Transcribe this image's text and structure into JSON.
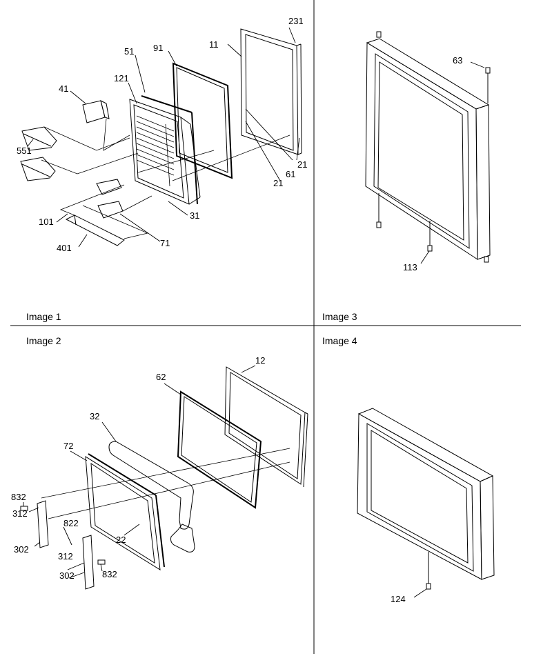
{
  "panels": [
    {
      "id": "image1",
      "caption": "Image 1"
    },
    {
      "id": "image2",
      "caption": "Image 2"
    },
    {
      "id": "image3",
      "caption": "Image 3"
    },
    {
      "id": "image4",
      "caption": "Image 4"
    }
  ],
  "callouts": {
    "image1": [
      "231",
      "11",
      "91",
      "51",
      "121",
      "41",
      "551",
      "21",
      "61",
      "21",
      "31",
      "101",
      "71",
      "401"
    ],
    "image2": [
      "12",
      "62",
      "32",
      "72",
      "832",
      "312",
      "822",
      "302",
      "22",
      "312",
      "302",
      "832"
    ],
    "image3": [
      "63",
      "113"
    ],
    "image4": [
      "124"
    ]
  },
  "colors": {
    "line": "#000000",
    "background": "#ffffff"
  }
}
